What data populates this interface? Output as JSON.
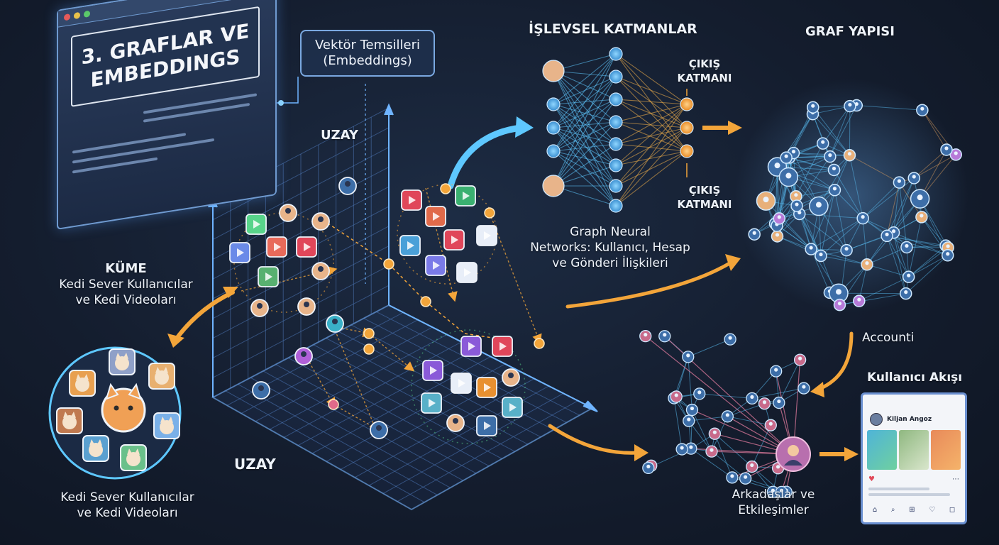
{
  "title_card": {
    "text": "3. GRAFLAR VE\nEMBEDDINGS"
  },
  "vector_label": {
    "line1": "Vektör Temsilleri",
    "line2": "(Embeddings)"
  },
  "space_label_top": "UZAY",
  "space_label_bottom": "UZAY",
  "cluster_label": {
    "line1": "KÜME",
    "line2": "Kedi Sever Kullanıcılar",
    "line3": "ve Kedi Videoları"
  },
  "cluster_caption": {
    "line1": "Kedi Sever Kullanıcılar",
    "line2": "ve Kedi Videoları"
  },
  "functional_layers": "İŞLEVSEL KATMANLAR",
  "output_layer_top": {
    "line1": "ÇIKIŞ",
    "line2": "KATMANI"
  },
  "output_layer_bottom": {
    "line1": "ÇIKIŞ",
    "line2": "KATMANI"
  },
  "gnn_label": {
    "line1": "Graph Neural",
    "line2": "Networks: Kullanıcı, Hesap",
    "line3": "ve Gönderi İlişkileri"
  },
  "graph_structure": "GRAF YAPISI",
  "account_label": "Accounti",
  "friends_label": {
    "line1": "Arkadaşlar ve",
    "line2": "Etkileşimler"
  },
  "feed": {
    "title": "Kullanıcı Akışı",
    "user_name": "Kiljan Angoz"
  },
  "colors": {
    "accent_blue": "#5ec8ff",
    "accent_orange": "#f3a53a",
    "accent_pink": "#e07aa0",
    "accent_green": "#58d48a"
  }
}
